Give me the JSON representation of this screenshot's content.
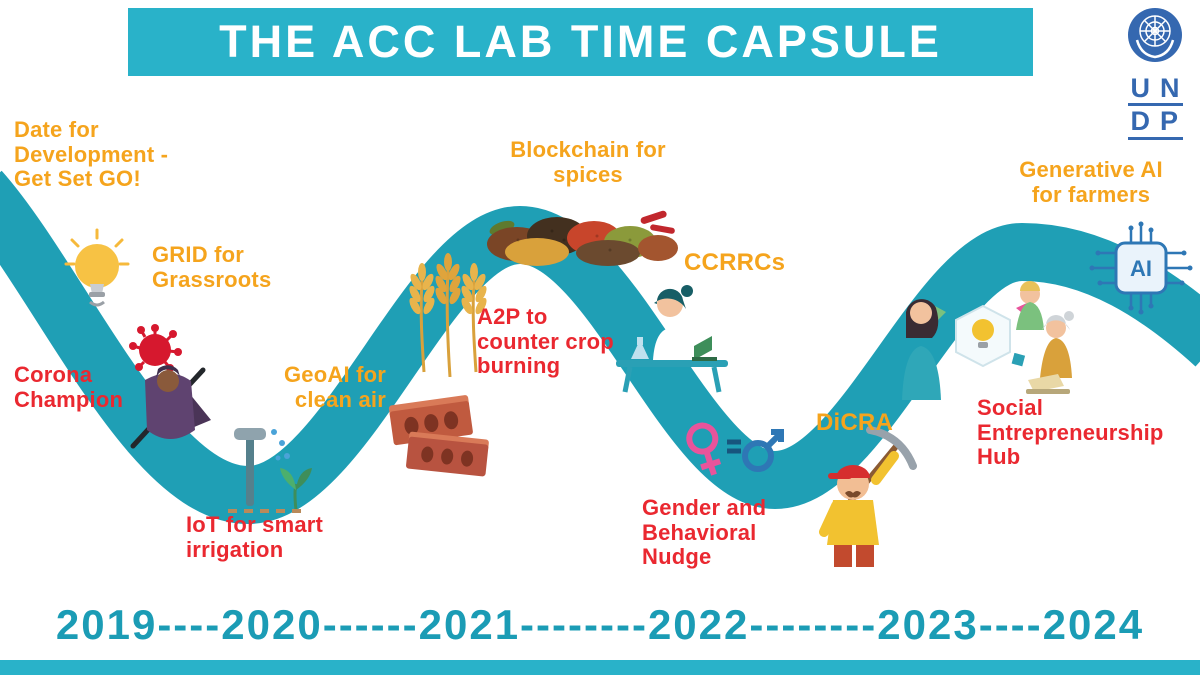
{
  "colors": {
    "teal_wave": "#1F9FB5",
    "teal_banner": "#29B2C9",
    "orange_label": "#F5A41D",
    "red_label": "#EA2830",
    "undp_blue": "#3568B0"
  },
  "header": {
    "title": "THE ACC LAB TIME CAPSULE"
  },
  "logo": {
    "top": "UN",
    "bottom": "DP"
  },
  "milestones": [
    {
      "id": "date-for-development",
      "label": "Date for\nDevelopment -\nGet Set GO!",
      "color": "orange"
    },
    {
      "id": "grid-for-grassroots",
      "label": "GRID for\nGrassroots",
      "color": "orange"
    },
    {
      "id": "corona-champion",
      "label": "Corona\nChampion",
      "color": "red"
    },
    {
      "id": "geoai-for-clean-air",
      "label": "GeoAI for\nclean air",
      "color": "orange"
    },
    {
      "id": "iot-for-smart-irrigation",
      "label": "IoT for smart\nirrigation",
      "color": "red"
    },
    {
      "id": "a2p-counter-crop-burning",
      "label": "A2P to\ncounter crop\nburning",
      "color": "red"
    },
    {
      "id": "blockchain-for-spices",
      "label": "Blockchain for\nspices",
      "color": "orange"
    },
    {
      "id": "ccrrcs",
      "label": "CCRRCs",
      "color": "orange"
    },
    {
      "id": "gender-behavioral-nudge",
      "label": "Gender and\nBehavioral\nNudge",
      "color": "red"
    },
    {
      "id": "dicra",
      "label": "DiCRA",
      "color": "orange"
    },
    {
      "id": "social-entrepreneurship-hub",
      "label": "Social\nEntrepreneurship\nHub",
      "color": "red"
    },
    {
      "id": "generative-ai-for-farmers",
      "label": "Generative AI\nfor farmers",
      "color": "orange"
    }
  ],
  "timeline": {
    "years": [
      "2019",
      "2020",
      "2021",
      "2022",
      "2023",
      "2024"
    ],
    "display": "2019----2020------2021--------2022--------2023----2024"
  },
  "illustrations": {
    "ai_chip_label": "AI"
  }
}
